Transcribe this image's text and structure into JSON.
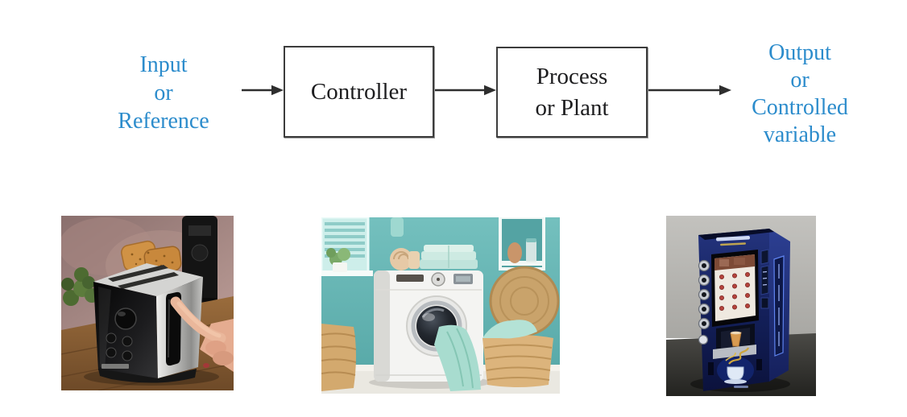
{
  "diagram": {
    "input_label": "Input\nor\nReference",
    "controller_label": "Controller",
    "process_label": "Process\nor Plant",
    "output_label": "Output\nor\nControlled\nvariable",
    "label_color": "#2c8ccc",
    "box_border_color": "#3c3c3c",
    "box_text_color": "#1d1d1f",
    "arrow_color": "#2e2e2e"
  },
  "examples": [
    {
      "name": "toaster",
      "alt": "Hand pressing a button on a stainless steel two-slice toaster with toasted bread"
    },
    {
      "name": "washing-machine",
      "alt": "White front-loading washing machine in a teal laundry room with towels and wicker baskets"
    },
    {
      "name": "coffee-vending-machine",
      "alt": "Blue coffee vending machine with a drink selection screen"
    }
  ]
}
